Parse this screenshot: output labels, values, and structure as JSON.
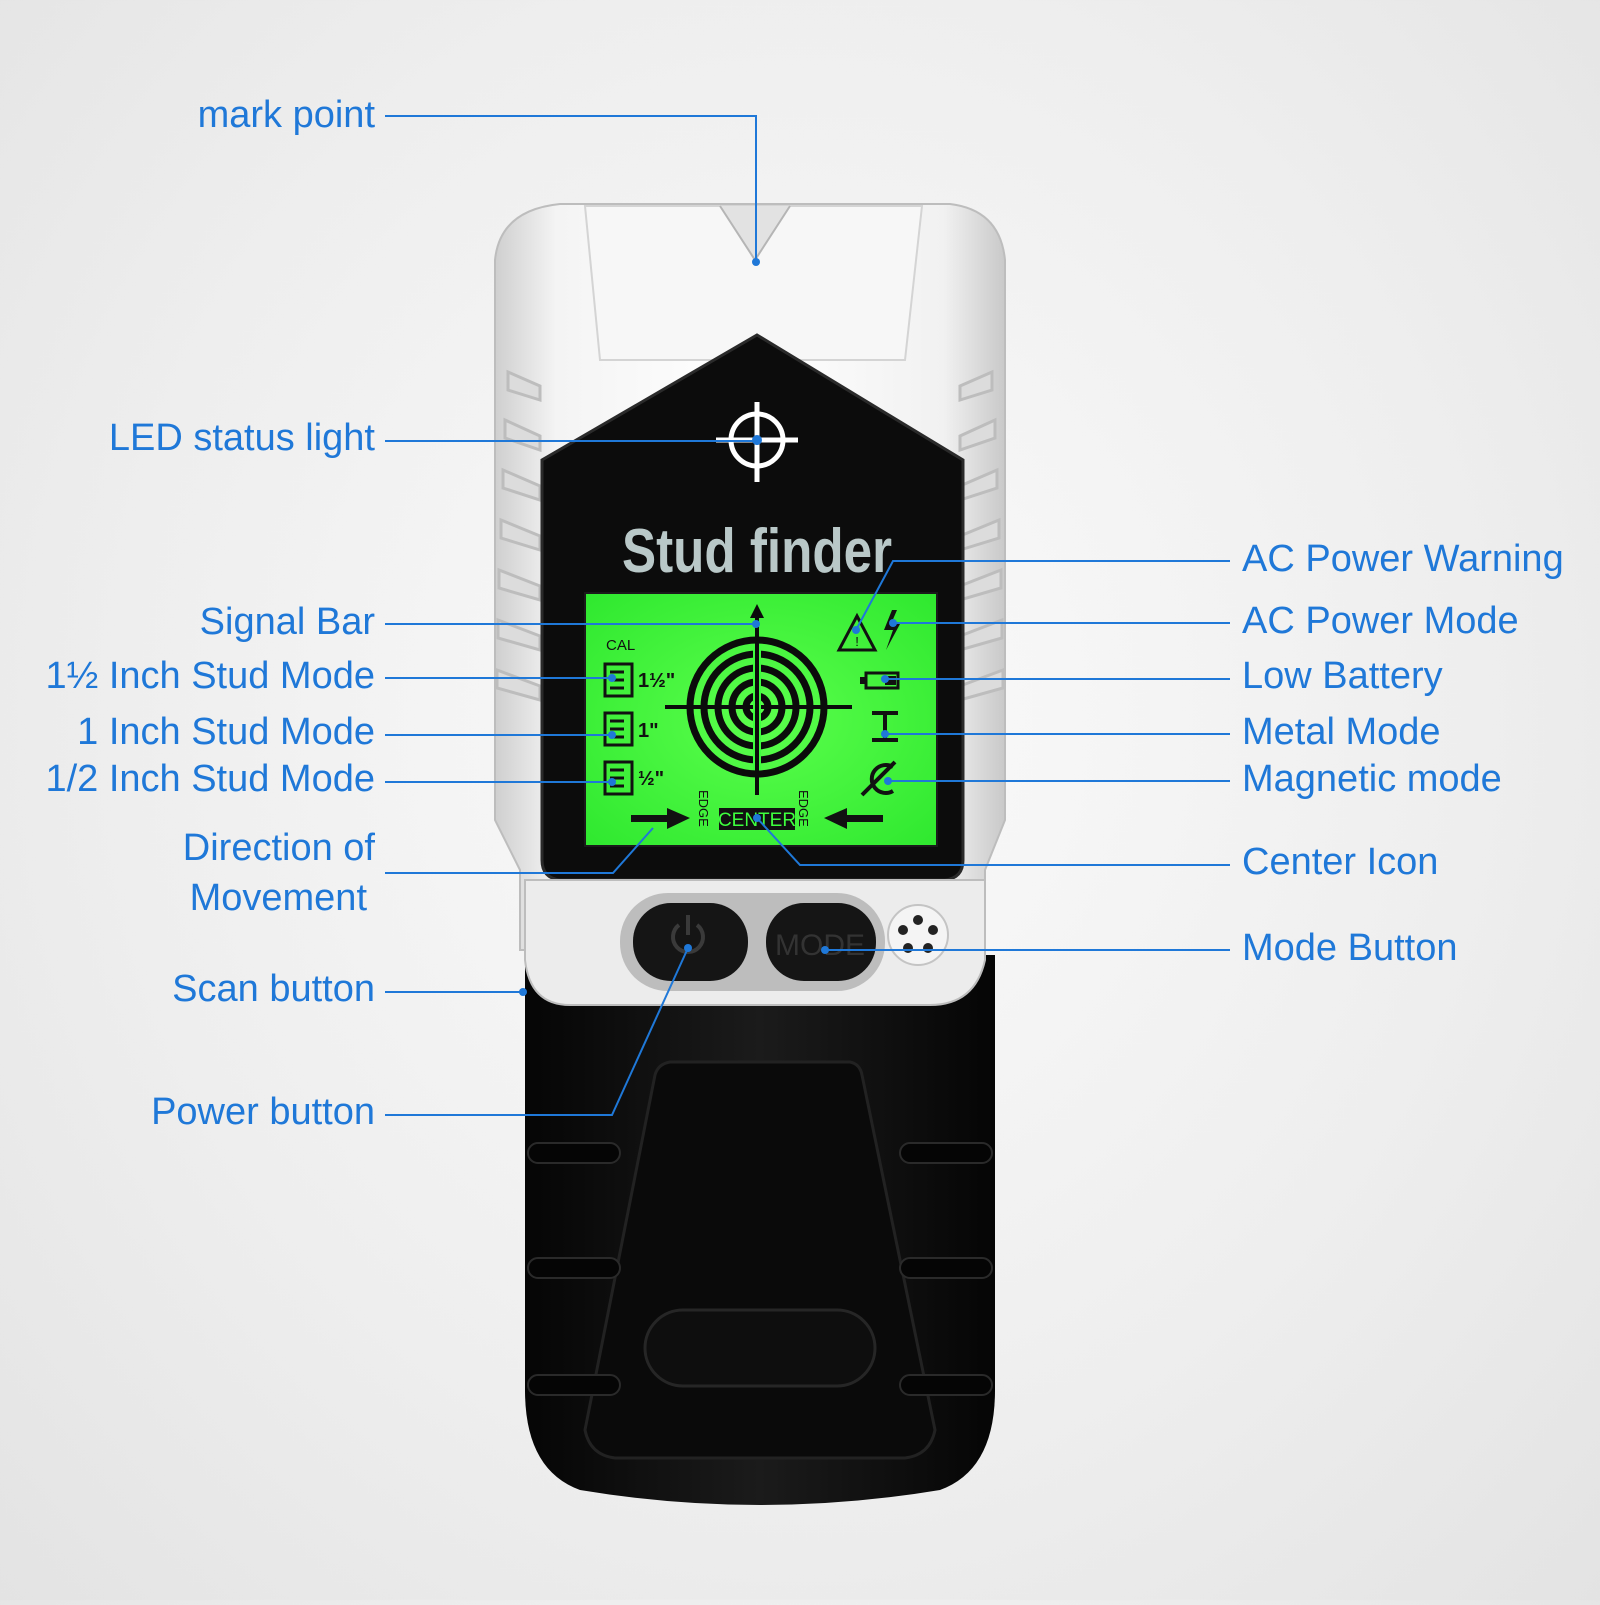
{
  "device": {
    "brand_text": "Stud finder",
    "lcd": {
      "cal": "CAL",
      "stud_marks": [
        "1½\"",
        "1\"",
        "½\""
      ],
      "edge_left": "EDGE",
      "edge_right": "EDGE",
      "center": "CENTER"
    },
    "mode_button_text": "MODE"
  },
  "labels": {
    "left": {
      "mark_point": "mark point",
      "led_status": "LED status light",
      "signal_bar": "Signal Bar",
      "stud_1_5": "1½ Inch Stud Mode",
      "stud_1": "1 Inch Stud Mode",
      "stud_half": "1/2 Inch Stud Mode",
      "direction_line1": "Direction of",
      "direction_line2": "Movement",
      "scan_button": "Scan button",
      "power_button": "Power button"
    },
    "right": {
      "ac_warning": "AC Power Warning",
      "ac_mode": "AC Power Mode",
      "low_battery": "Low Battery",
      "metal_mode": "Metal Mode",
      "magnetic_mode": "Magnetic mode",
      "center_icon": "Center Icon",
      "mode_button": "Mode Button"
    }
  },
  "colors": {
    "callout": "#1f78d8",
    "lcd_green": "#3dff3d",
    "body_black": "#111111",
    "body_white": "#e8e8e8"
  },
  "icons": [
    "crosshair-icon",
    "warning-triangle-icon",
    "lightning-icon",
    "battery-icon",
    "metal-beam-icon",
    "magnet-icon",
    "power-icon",
    "speaker-icon",
    "arrow-right-icon",
    "arrow-left-icon"
  ]
}
